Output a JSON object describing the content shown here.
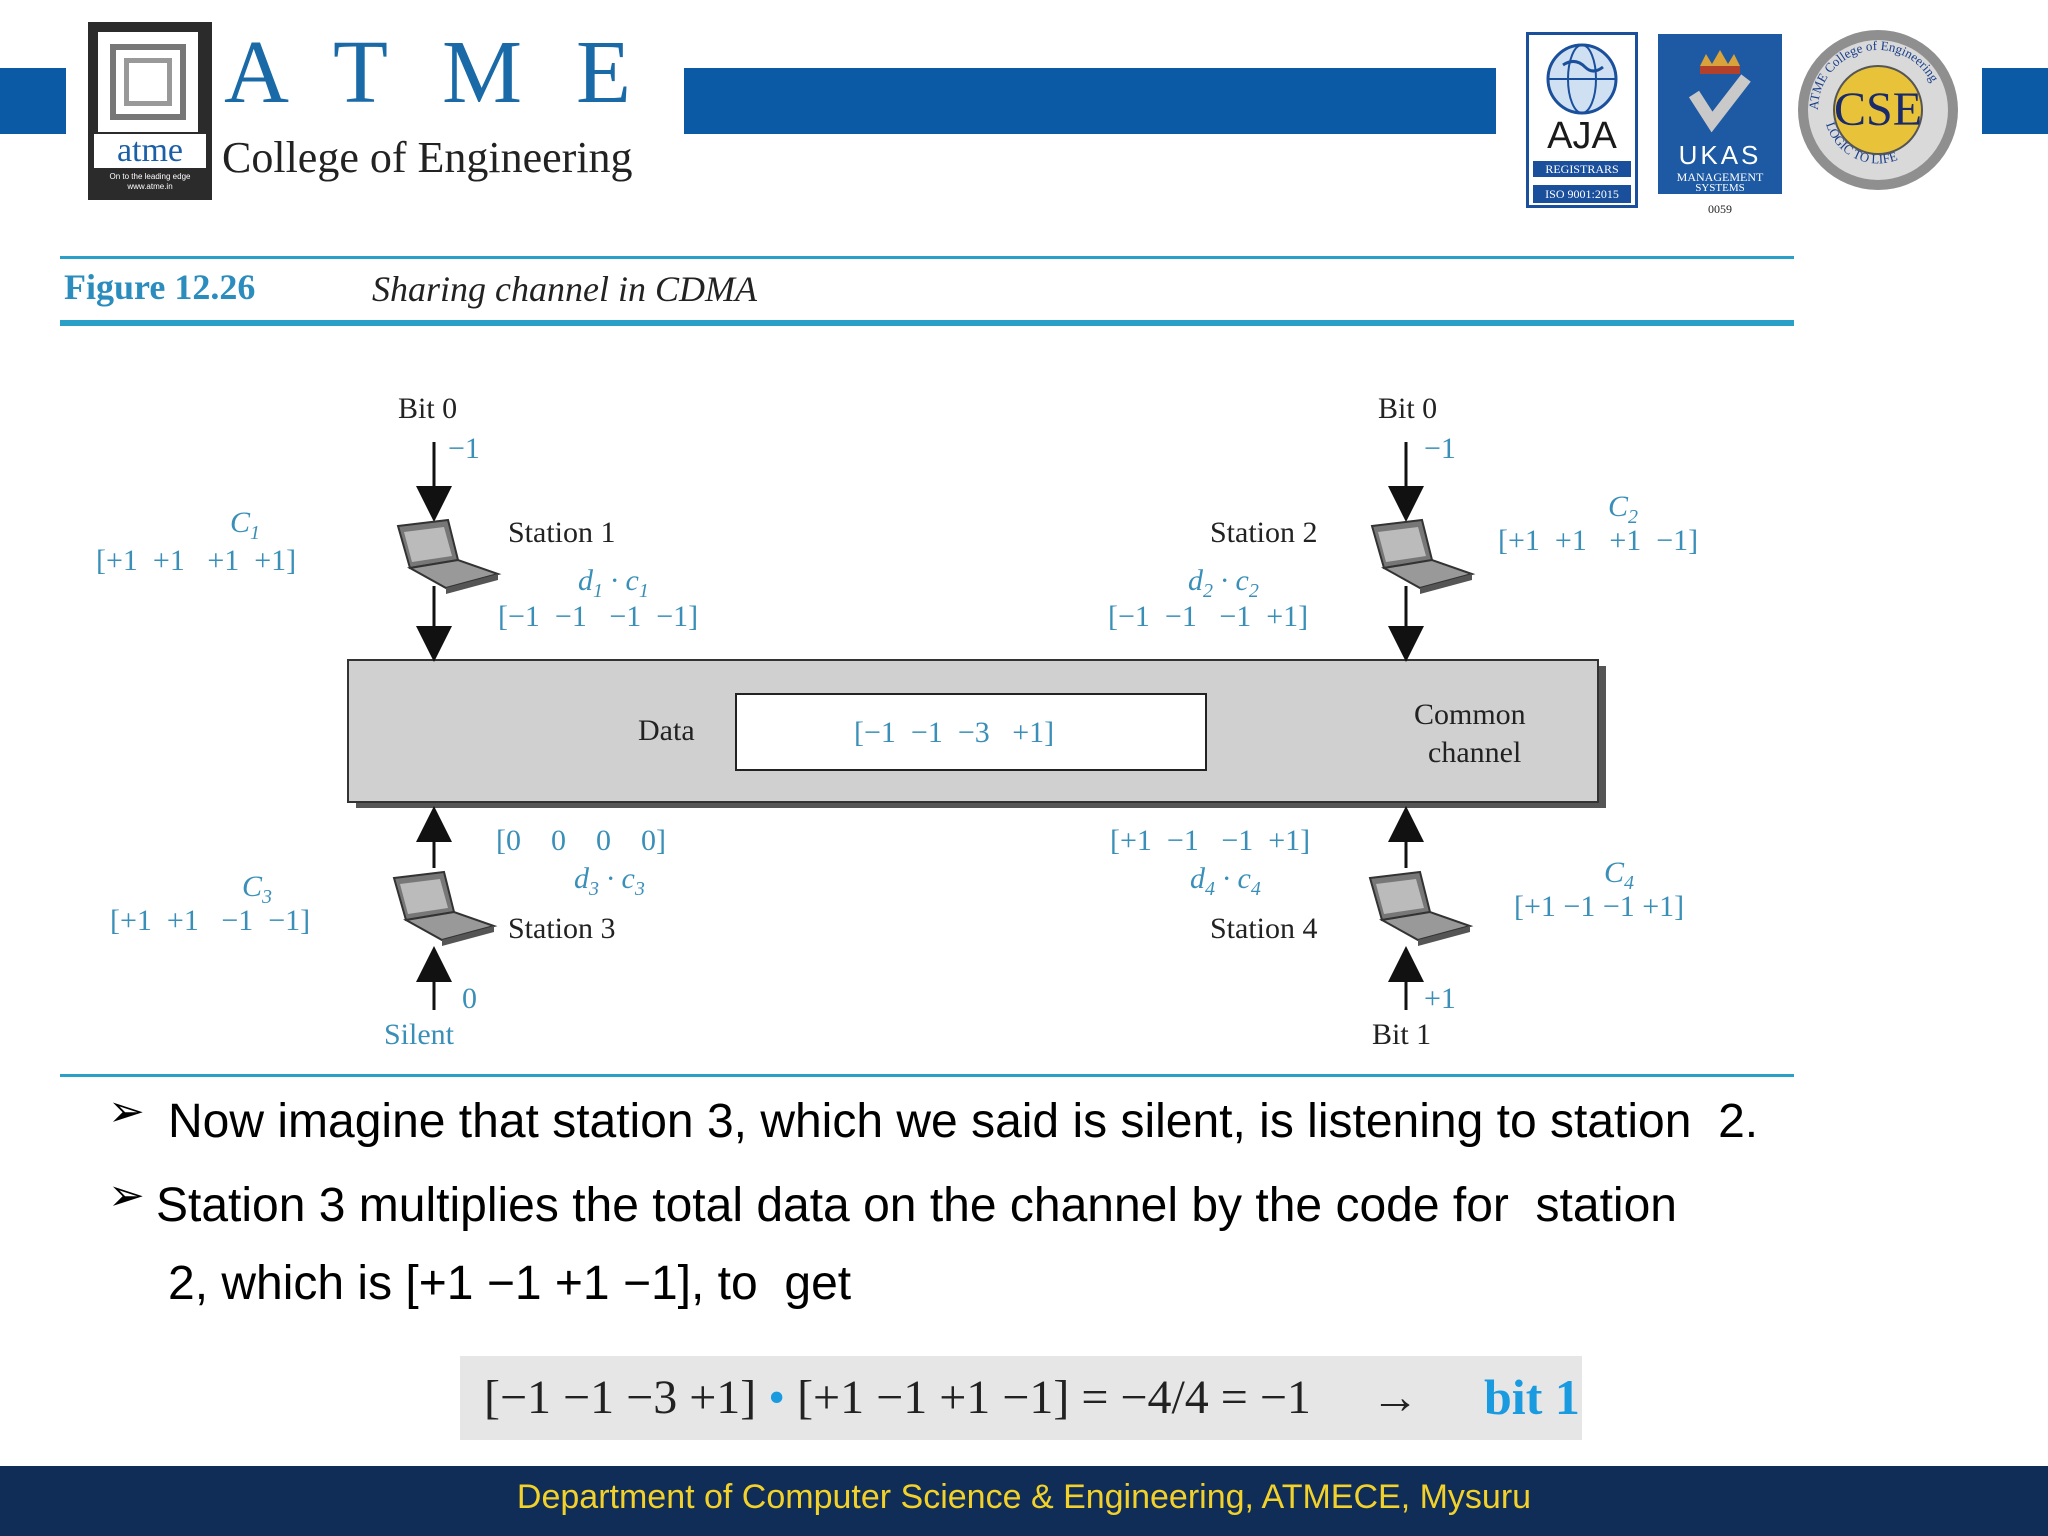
{
  "header": {
    "logo_word": "atme",
    "logo_tagline": "On to the leading edge",
    "logo_url": "www.atme.in",
    "title_letters": "ATME",
    "college_name": "College of Engineering",
    "cert_aja": "AJA",
    "cert_aja_sub1": "REGISTRARS",
    "cert_aja_sub2": "ISO 9001:2015",
    "cert_ukas": "UKAS",
    "cert_ukas_sub1": "MANAGEMENT",
    "cert_ukas_sub2": "SYSTEMS",
    "cert_ukas_num": "0059",
    "cse_seal": "CSE",
    "cse_ring_top": "ATME College of Engineering",
    "cse_ring_bottom": "LOGIC TO LIFE",
    "brand_color": "#0a5aa5"
  },
  "figure": {
    "label": "Figure 12.26",
    "caption": "Sharing channel in CDMA",
    "station1": {
      "name": "Station 1",
      "bit": "Bit 0",
      "bit_value": "−1",
      "code_label": "C",
      "code_sub": "1",
      "code": "[+1  +1   +1  +1]",
      "product_label": "d",
      "product_sub": "1",
      "product_c": "c",
      "product_c_sub": "1",
      "product": "[−1  −1   −1  −1]"
    },
    "station2": {
      "name": "Station 2",
      "bit": "Bit 0",
      "bit_value": "−1",
      "code_label": "C",
      "code_sub": "2",
      "code": "[+1  +1   +1  −1]",
      "product_label": "d",
      "product_sub": "2",
      "product_c": "c",
      "product_c_sub": "2",
      "product": "[−1  −1   −1  +1]"
    },
    "station3": {
      "name": "Station 3",
      "bit": "Silent",
      "bit_value": "0",
      "code_label": "C",
      "code_sub": "3",
      "code": "[+1  +1   −1  −1]",
      "product_label": "d",
      "product_sub": "3",
      "product_c": "c",
      "product_c_sub": "3",
      "product": "[0    0    0    0]"
    },
    "station4": {
      "name": "Station 4",
      "bit": "Bit 1",
      "bit_value": "+1",
      "code_label": "C",
      "code_sub": "4",
      "code": "[+1 −1 −1 +1]",
      "product_label": "d",
      "product_sub": "4",
      "product_c": "c",
      "product_c_sub": "4",
      "product": "[+1  −1   −1  +1]"
    },
    "channel": {
      "data_label": "Data",
      "data_value": "[−1  −1  −3   +1]",
      "label_line1": "Common",
      "label_line2": "channel"
    }
  },
  "bullets": [
    {
      "text": "Now imagine that station 3, which we said is silent, is listening to station  2."
    },
    {
      "text": "Station 3 multiplies the total data on the channel by the code for  station"
    },
    {
      "text": "2, which is [+1 −1 +1 −1], to  get"
    }
  ],
  "formula": {
    "expression_left": "[−1 −1 −3 +1]",
    "dot": "•",
    "expression_right": "[+1 −1 +1 −1] = −4/4 = −1",
    "arrow": "→",
    "result": "bit 1"
  },
  "footer": {
    "text": "Department of Computer Science & Engineering, ATMECE, Mysuru"
  }
}
